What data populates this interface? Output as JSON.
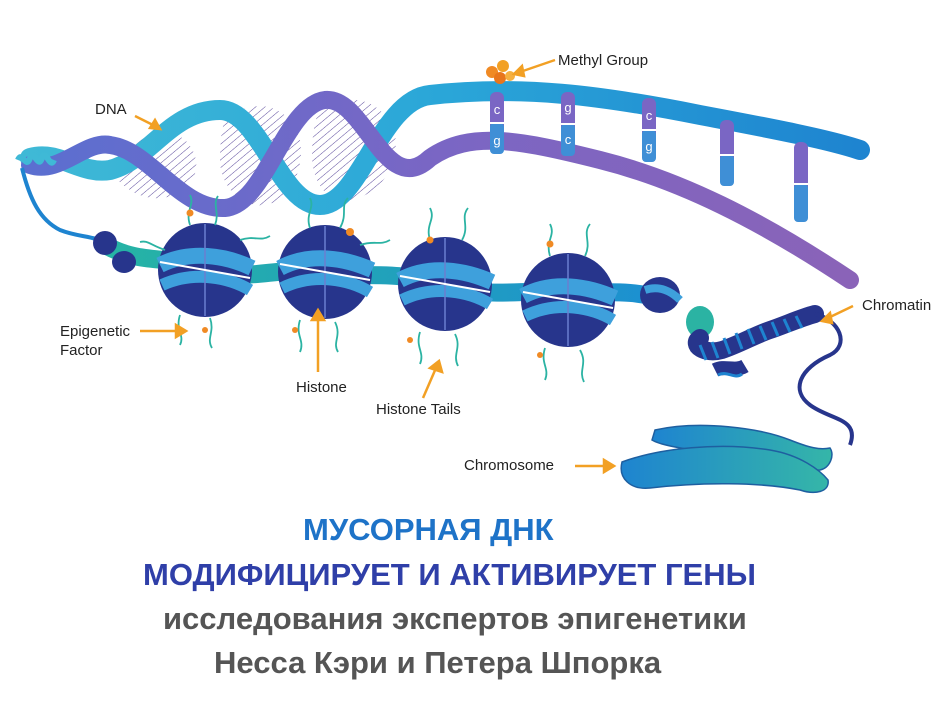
{
  "labels": {
    "dna": "DNA",
    "methyl_group": "Methyl Group",
    "epigenetic_factor_line1": "Epigenetic",
    "epigenetic_factor_line2": "Factor",
    "histone": "Histone",
    "histone_tails": "Histone Tails",
    "chromatin": "Chromatin",
    "chromosome": "Chromosome"
  },
  "base_pairs": [
    {
      "top": "c",
      "bottom": "g"
    },
    {
      "top": "g",
      "bottom": "c"
    },
    {
      "top": "c",
      "bottom": "g"
    },
    {
      "top": "",
      "bottom": ""
    },
    {
      "top": "",
      "bottom": ""
    }
  ],
  "title": {
    "line1": "МУСОРНАЯ ДНК",
    "line2": "МОДИФИЦИРУЕТ И АКТИВИРУЕТ ГЕНЫ",
    "line3": "исследования экспертов эпигенетики",
    "line4": "Несса Кэри  и Петера Шпорка"
  },
  "colors": {
    "strand_teal": "#2bb3a3",
    "strand_blue": "#1e84d0",
    "strand_purple": "#8a63b8",
    "histone_navy": "#27358c",
    "arrow_orange": "#f2a024",
    "methyl_orange": "#f08a24",
    "title_blue": "#1e73c8",
    "title_indigo": "#2f3fa8",
    "title_gray": "#555555"
  }
}
